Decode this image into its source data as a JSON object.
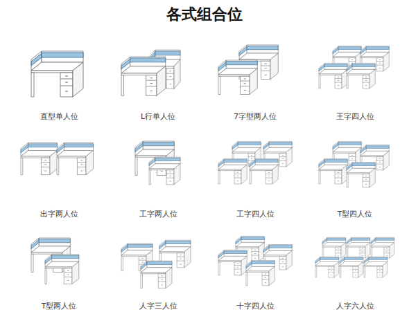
{
  "diagram": {
    "title": "各式组合位",
    "labels": [
      "直型单人位",
      "L行单人位",
      "7字型两人位",
      "王字四人位",
      "出字两人位",
      "工字两人位",
      "工字四人位",
      "T型四人位",
      "T型两人位",
      "人字三人位",
      "十字四人位",
      "人字六人位"
    ]
  }
}
